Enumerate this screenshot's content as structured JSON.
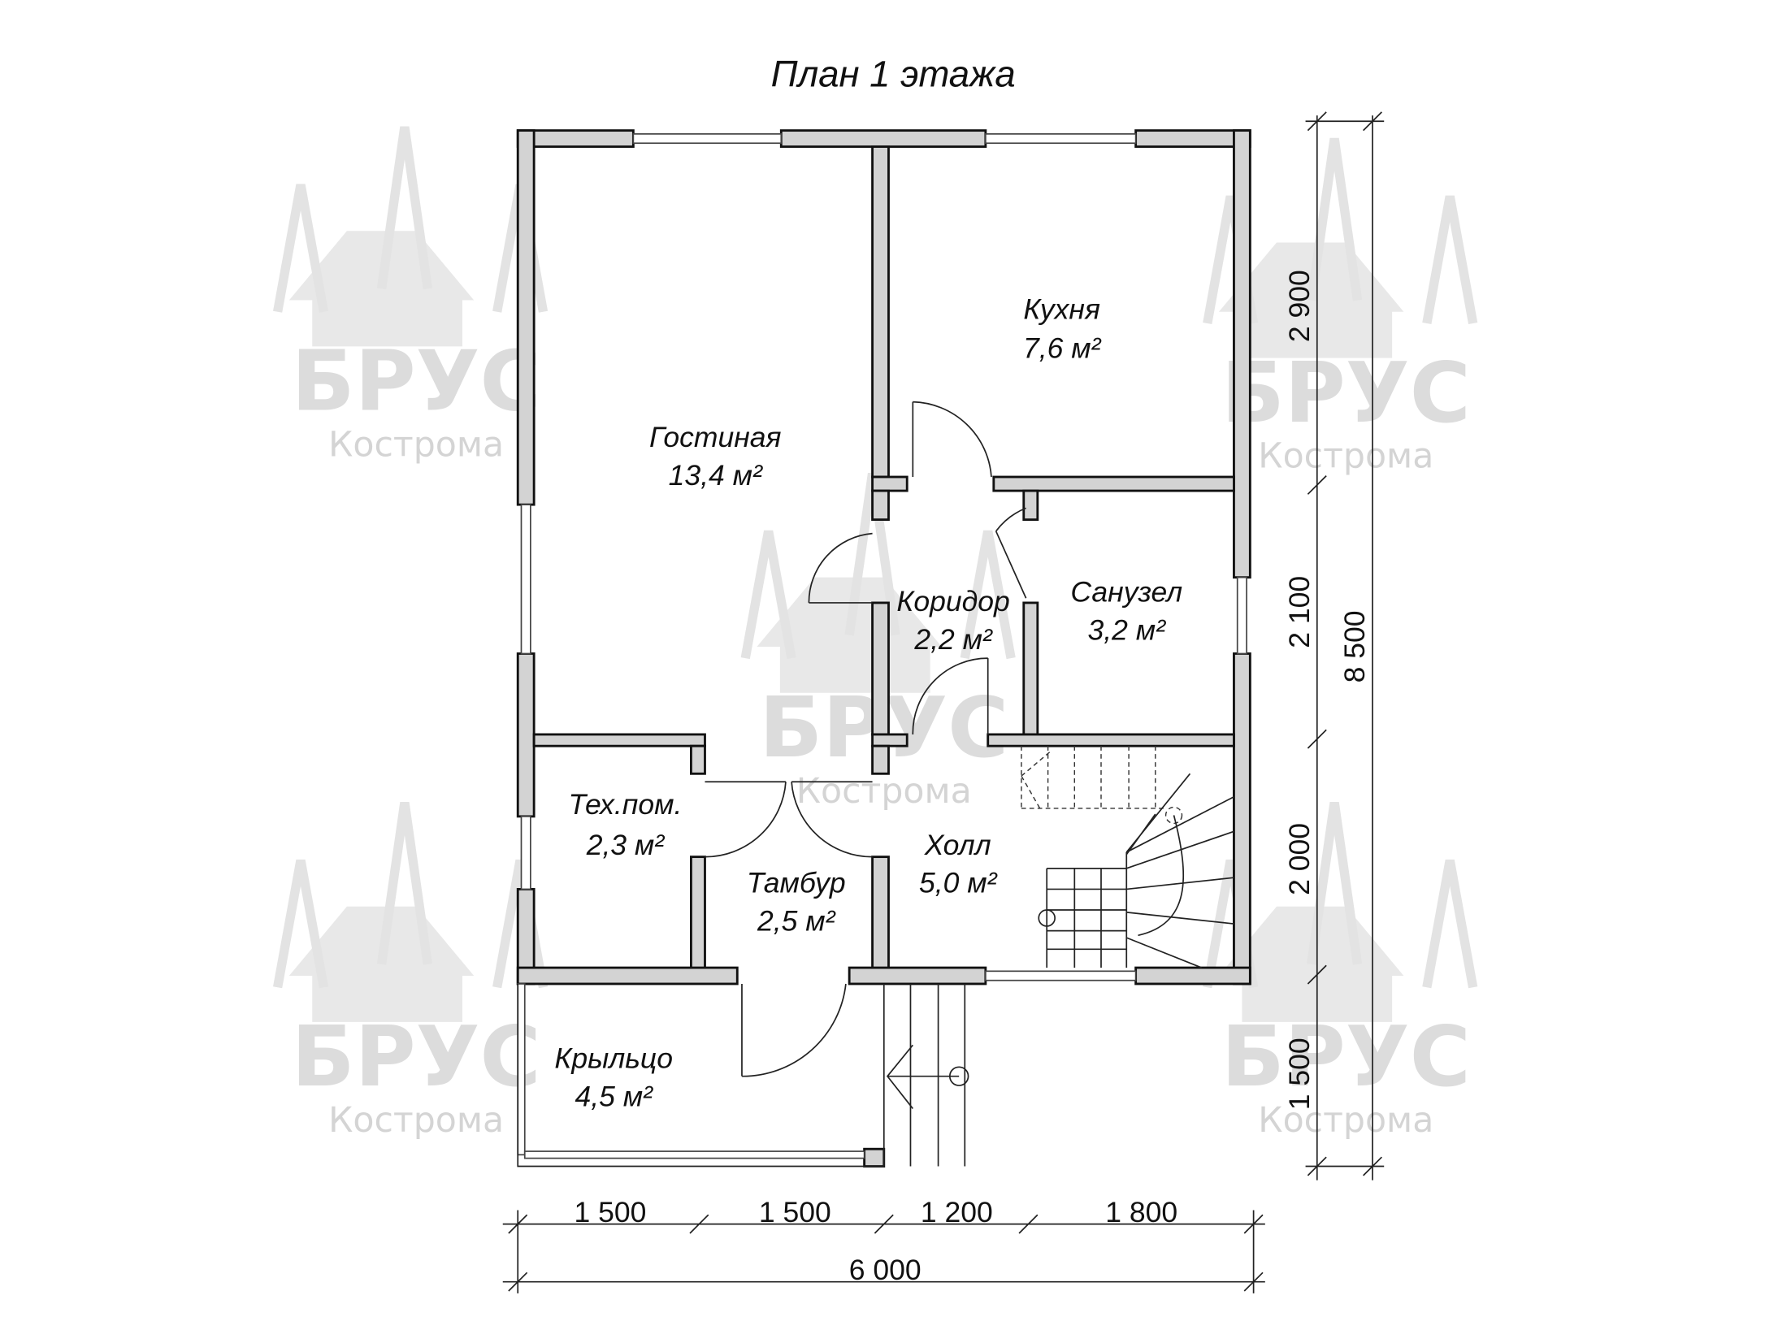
{
  "title": "План 1 этажа",
  "watermark": {
    "brand": "БРУС",
    "city": "Кострома"
  },
  "rooms": [
    {
      "name": "Гостиная",
      "area": "13,4 м²"
    },
    {
      "name": "Кухня",
      "area": "7,6 м²"
    },
    {
      "name": "Коридор",
      "area": "2,2 м²"
    },
    {
      "name": "Санузел",
      "area": "3,2 м²"
    },
    {
      "name": "Тех.пом.",
      "area": "2,3 м²"
    },
    {
      "name": "Тамбур",
      "area": "2,5 м²"
    },
    {
      "name": "Холл",
      "area": "5,0 м²"
    },
    {
      "name": "Крыльцо",
      "area": "4,5 м²"
    }
  ],
  "dimensions": {
    "right": [
      "2 900",
      "2 100",
      "2 000",
      "1 500"
    ],
    "right_total": "8 500",
    "bottom": [
      "1 500",
      "1 500",
      "1 200",
      "1 800"
    ],
    "bottom_total": "6 000"
  }
}
